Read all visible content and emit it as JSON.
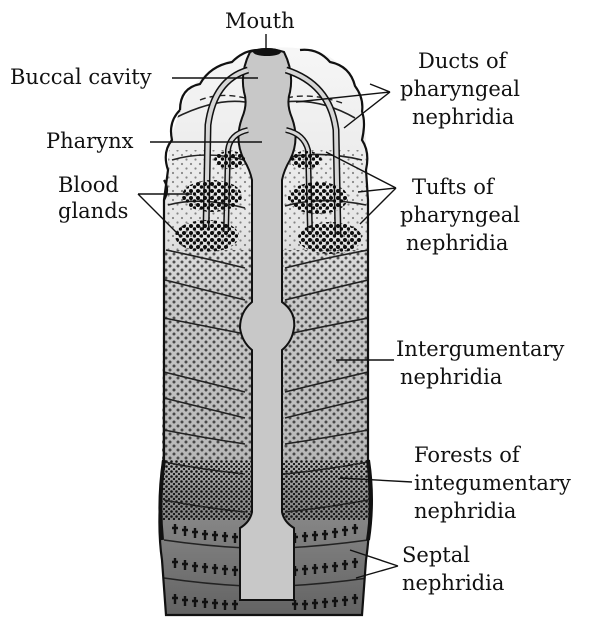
{
  "labels": {
    "mouth": "Mouth",
    "buccal_cavity": "Buccal cavity",
    "pharynx": "Pharynx",
    "blood_glands_1": "Blood",
    "blood_glands_2": "glands",
    "ducts_1": "Ducts of",
    "ducts_2": "pharyngeal",
    "ducts_3": "nephridia",
    "tufts_1": "Tufts of",
    "tufts_2": "pharyngeal",
    "tufts_3": "nephridia",
    "integumentary_1": "Intergumentary",
    "integumentary_2": "nephridia",
    "forests_1": "Forests of",
    "forests_2": "integumentary",
    "forests_3": "nephridia",
    "septal_1": "Septal",
    "septal_2": "nephridia"
  },
  "colors": {
    "body_light": "#f2f2f2",
    "body_mid": "#c4c4c4",
    "body_dark": "#8a8a8a",
    "body_darkest": "#666666",
    "canal": "#c8c8c8",
    "ink": "#111111"
  }
}
